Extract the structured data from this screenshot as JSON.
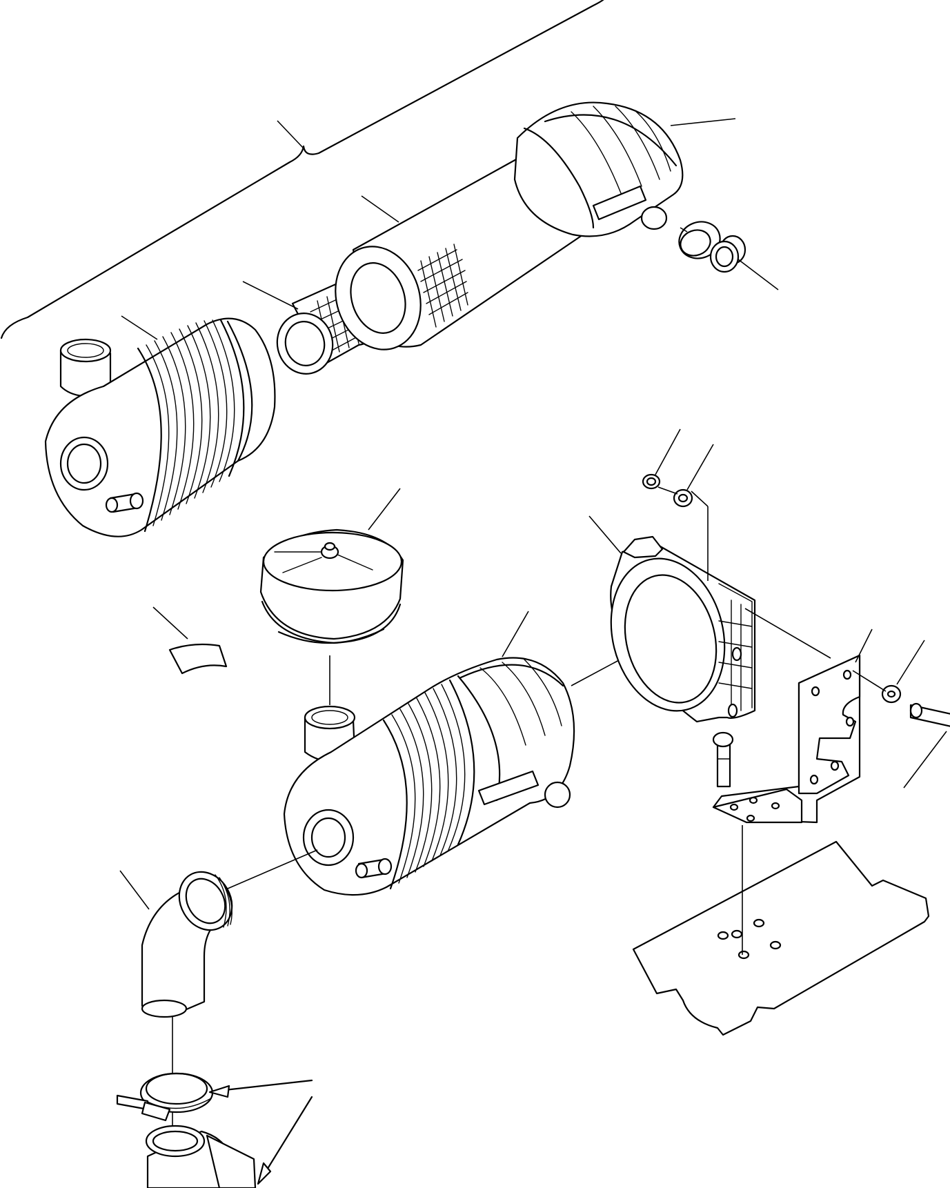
{
  "diagram": {
    "kind": "exploded parts view",
    "assembly": "air cleaner",
    "parts": [
      {
        "id": "filter-housing-cover",
        "icon": "housing-cover"
      },
      {
        "id": "main-filter-element",
        "icon": "filter-element"
      },
      {
        "id": "safety-filter-element",
        "icon": "filter-element"
      },
      {
        "id": "filter-body-upper",
        "icon": "filter-body"
      },
      {
        "id": "dust-valve",
        "icon": "valve"
      },
      {
        "id": "valve-plug",
        "icon": "plug"
      },
      {
        "id": "pre-cleaner-cap",
        "icon": "cap"
      },
      {
        "id": "decal-label",
        "icon": "label"
      },
      {
        "id": "air-cleaner-assembly",
        "icon": "filter-body"
      },
      {
        "id": "mounting-band",
        "icon": "band-clamp"
      },
      {
        "id": "nut",
        "icon": "nut"
      },
      {
        "id": "washer",
        "icon": "washer"
      },
      {
        "id": "mounting-bracket",
        "icon": "bracket"
      },
      {
        "id": "bracket-washer",
        "icon": "washer"
      },
      {
        "id": "bracket-bolt",
        "icon": "bolt"
      },
      {
        "id": "base-bolt",
        "icon": "bolt"
      },
      {
        "id": "mounting-plate",
        "icon": "plate"
      },
      {
        "id": "elbow-hose",
        "icon": "hose"
      },
      {
        "id": "hose-clamp",
        "icon": "clamp"
      },
      {
        "id": "intake-elbow",
        "icon": "elbow"
      }
    ]
  }
}
